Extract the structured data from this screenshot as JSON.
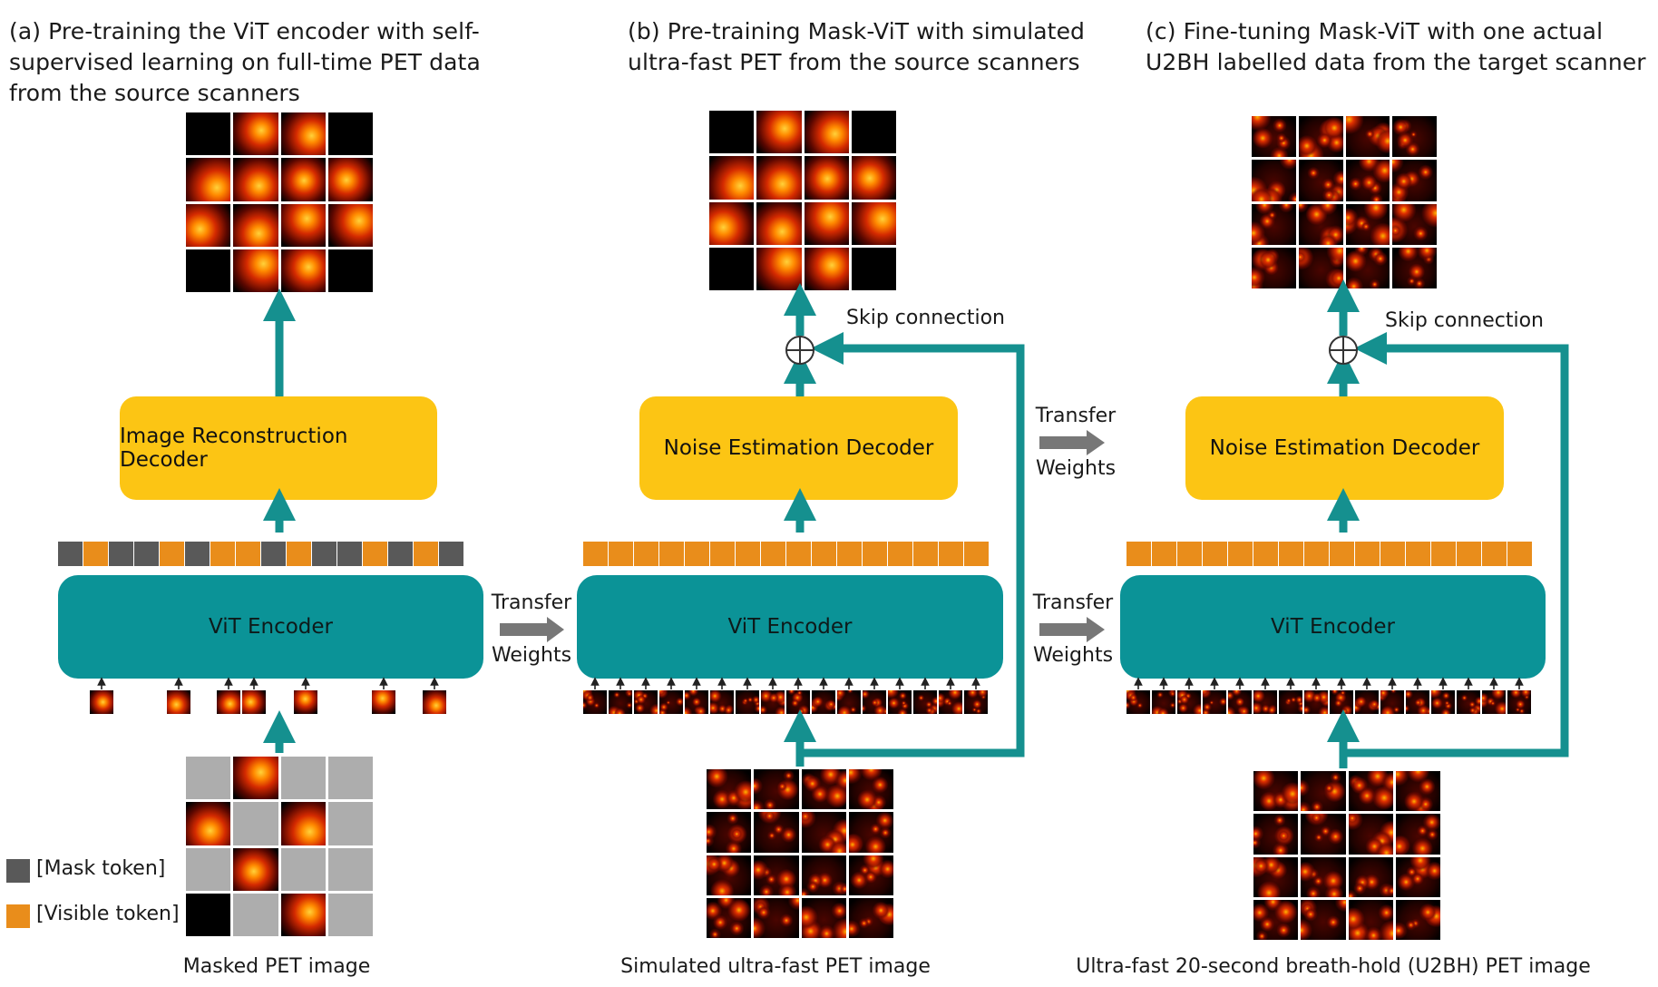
{
  "panels": {
    "a": {
      "title_lines": [
        "(a) Pre-training the ViT encoder with self-",
        "supervised learning on full-time PET data",
        "from the source scanners"
      ],
      "decoder_label": "Image Reconstruction Decoder",
      "encoder_label": "ViT Encoder",
      "caption": "Masked PET image",
      "token_pattern": [
        "mask",
        "vis",
        "mask",
        "mask",
        "vis",
        "mask",
        "vis",
        "vis",
        "mask",
        "vis",
        "mask",
        "mask",
        "vis",
        "mask",
        "vis",
        "mask"
      ]
    },
    "b": {
      "title_lines": [
        "(b) Pre-training Mask-ViT with simulated",
        "ultra-fast PET from the source scanners"
      ],
      "decoder_label": "Noise Estimation Decoder",
      "encoder_label": "ViT Encoder",
      "skip_label": "Skip connection",
      "caption": "Simulated ultra-fast PET image"
    },
    "c": {
      "title_lines": [
        "(c) Fine-tuning Mask-ViT with one actual",
        "U2BH labelled data from the target scanner"
      ],
      "decoder_label": "Noise Estimation Decoder",
      "encoder_label": "ViT Encoder",
      "skip_label": "Skip connection",
      "caption": "Ultra-fast 20-second breath-hold (U2BH) PET image"
    }
  },
  "transfer": {
    "ab_encoder": [
      "Transfer",
      "Weights"
    ],
    "bc_decoder": [
      "Transfer",
      "Weights"
    ],
    "bc_encoder": [
      "Transfer",
      "Weights"
    ]
  },
  "legend": {
    "mask_label": "[Mask token]",
    "visible_label": "[Visible token]"
  },
  "colors": {
    "teal": "#0b9397",
    "arrow_teal": "#15908f",
    "decoder_yellow": "#fcc514",
    "mask_token": "#595959",
    "visible_token": "#e98d1b",
    "masked_patch": "#adadad",
    "transfer_arrow": "#777777"
  }
}
